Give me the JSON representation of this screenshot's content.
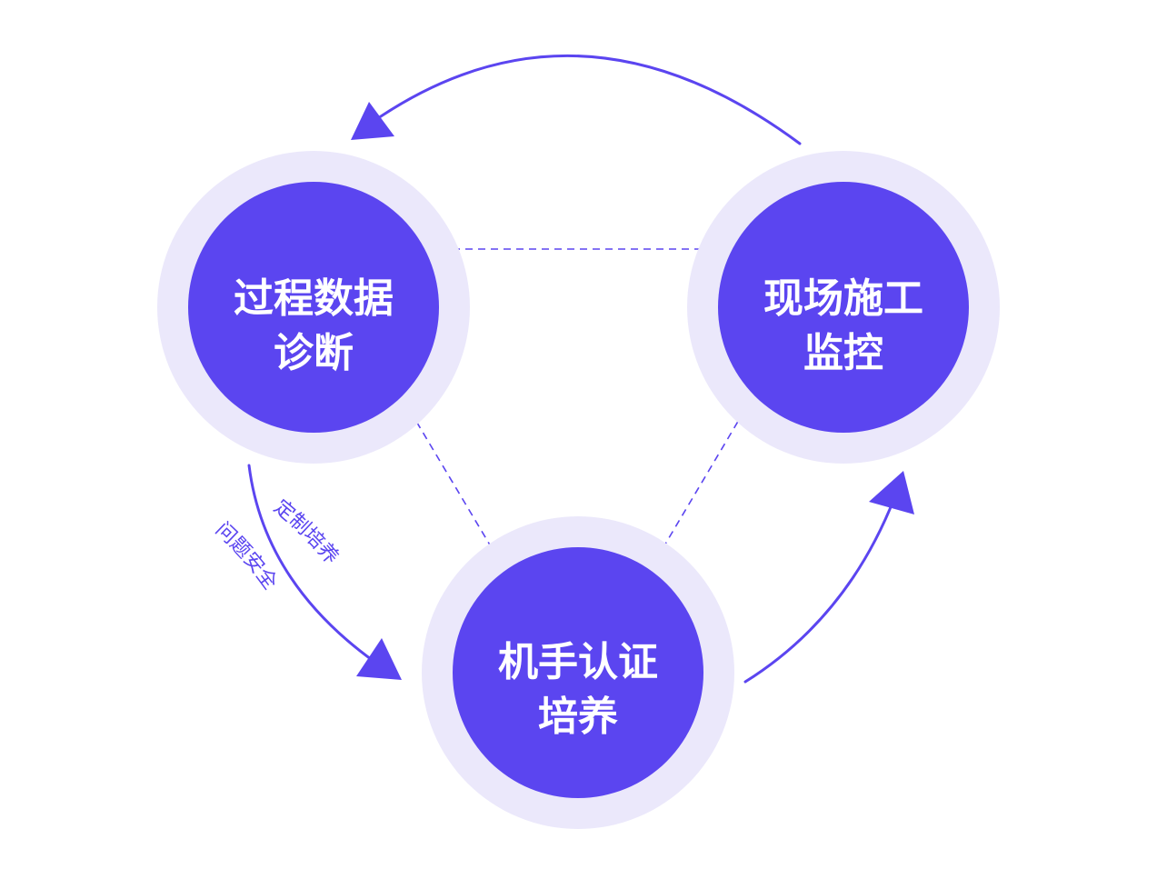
{
  "colors": {
    "node_fill": "#5b45f0",
    "node_halo": "#ebe8fb",
    "arrow": "#5b45f0",
    "dashed_line": "#5b45f0",
    "label_text": "#ffffff"
  },
  "nodes": {
    "diagnosis": {
      "line1": "过程数据",
      "line2": "诊断"
    },
    "monitoring": {
      "line1": "现场施工",
      "line2": "监控"
    },
    "training": {
      "line1": "机手认证",
      "line2": "培养"
    }
  },
  "arc_labels": {
    "outer": "定制培养",
    "inner": "问题安全"
  }
}
